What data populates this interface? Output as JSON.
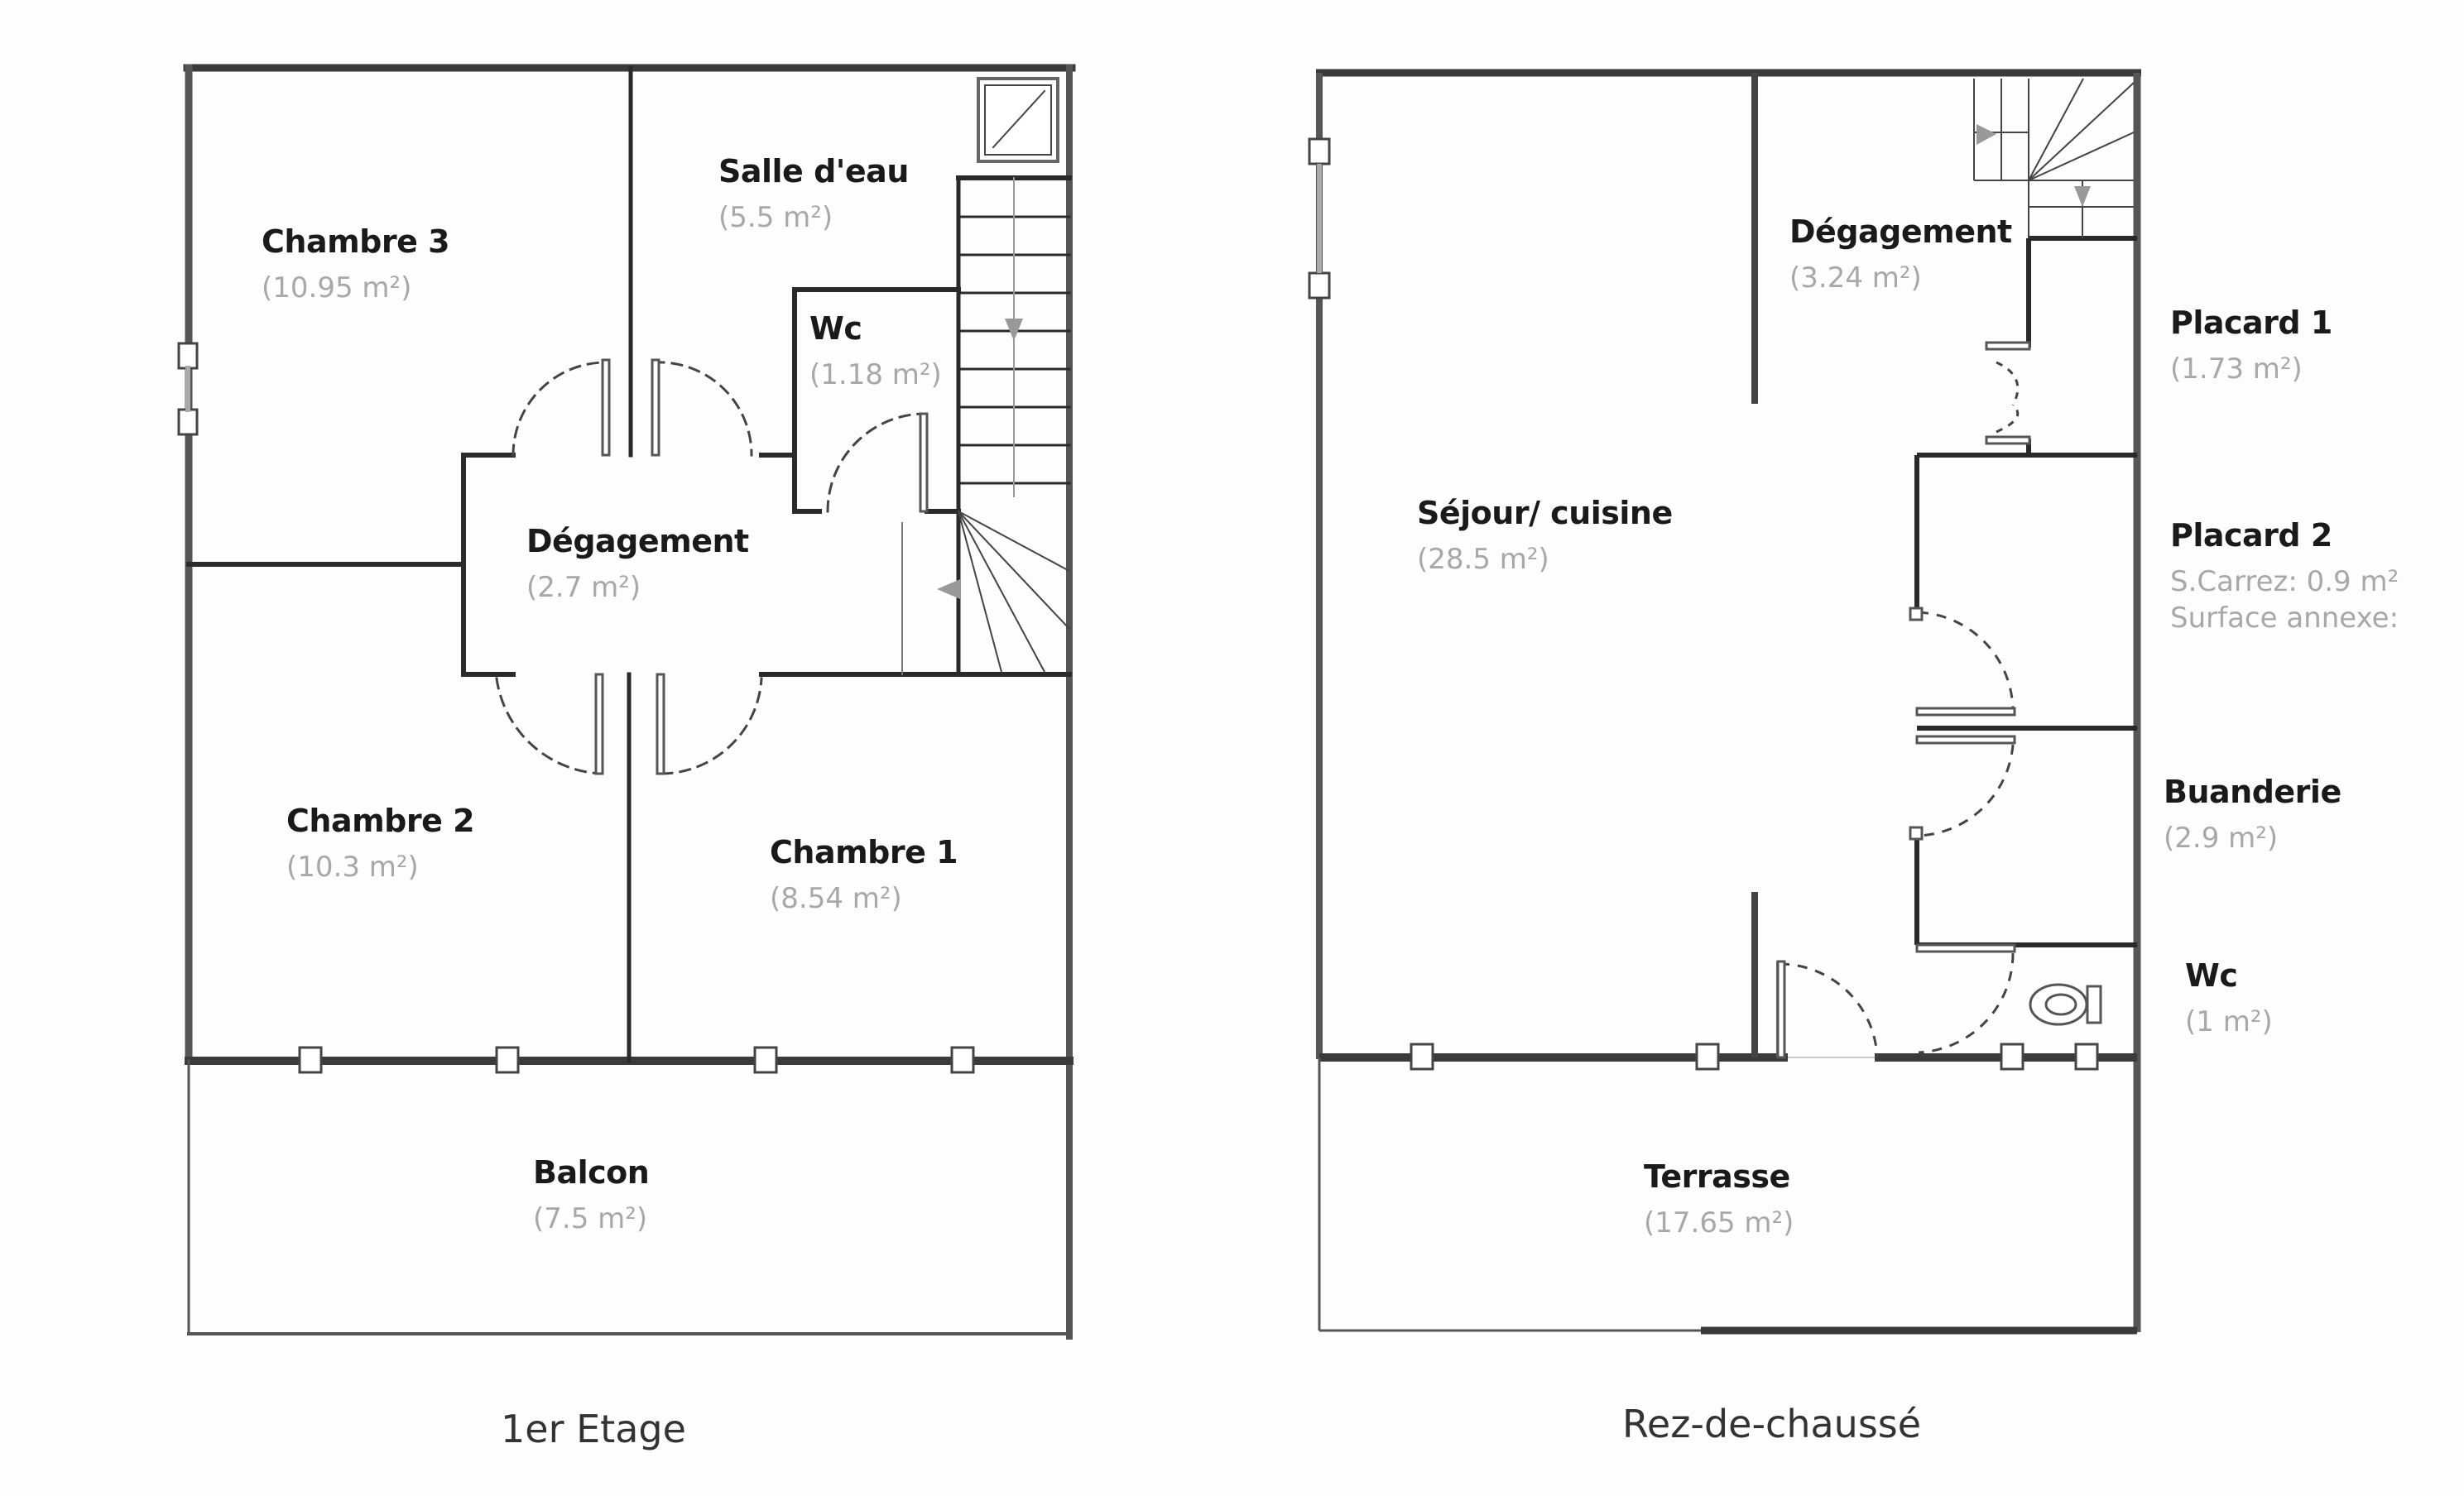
{
  "floors": [
    {
      "title": "1er Etage",
      "rooms": [
        {
          "name": "Chambre 3",
          "area": "(10.95 m²)"
        },
        {
          "name": "Salle d'eau",
          "area": "(5.5 m²)"
        },
        {
          "name": "Wc",
          "area": "(1.18 m²)"
        },
        {
          "name": "Dégagement",
          "area": "(2.7 m²)"
        },
        {
          "name": "Chambre 2",
          "area": "(10.3 m²)"
        },
        {
          "name": "Chambre 1",
          "area": "(8.54 m²)"
        },
        {
          "name": "Balcon",
          "area": "(7.5 m²)"
        }
      ]
    },
    {
      "title": "Rez-de-chaussé",
      "rooms": [
        {
          "name": "Dégagement",
          "area": "(3.24 m²)"
        },
        {
          "name": "Placard 1",
          "area": "(1.73 m²)"
        },
        {
          "name": "Séjour/ cuisine",
          "area": "(28.5 m²)"
        },
        {
          "name": "Placard 2",
          "area": "S.Carrez: 0.9 m²",
          "area2": "Surface annexe:"
        },
        {
          "name": "Buanderie",
          "area": "(2.9 m²)"
        },
        {
          "name": "Wc",
          "area": "(1 m²)"
        },
        {
          "name": "Terrasse",
          "area": "(17.65 m²)"
        }
      ]
    }
  ],
  "colors": {
    "wall": "#2a2a2a",
    "outer_wall": "#555555",
    "area_text": "#a8a8a8",
    "name_text": "#1a1a1a"
  }
}
